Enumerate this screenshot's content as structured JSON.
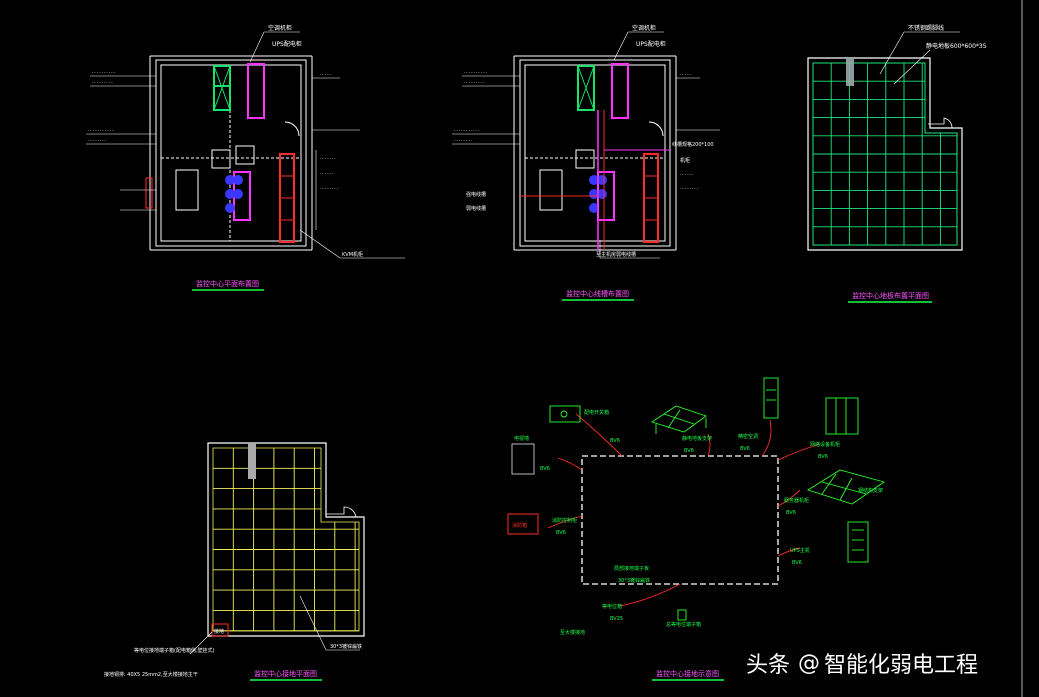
{
  "colors": {
    "background": "#000000",
    "wall": "#ffffff",
    "cabinet_green": "#19e36b",
    "cabinet_magenta": "#ff33ff",
    "ups_blue": "#3a37ff",
    "rack_red": "#ff2a2a",
    "grid_green": "#1fe67a",
    "grid_yellow": "#f2ee5a",
    "label_green": "#19ff4a",
    "title_magenta": "#ff55ff",
    "ground_green": "#28ff28"
  },
  "drawings": {
    "layout_plan": {
      "title": "监控中心平面布置图",
      "labels": {
        "top_callout_1": "空调机柜",
        "top_callout_2": "UPS配电柜",
        "bottom_callout": "KVM机柜"
      }
    },
    "wiring_plan": {
      "title": "监控中心线槽布置图",
      "labels": {
        "top_callout_1": "空调机柜",
        "top_callout_2": "UPS配电柜",
        "mid_callout": "线槽规格200*100",
        "left_callout_1": "强电线槽",
        "left_callout_2": "弱电线槽",
        "bottom_callout": "至主机房弱电线槽",
        "right_callout": "机柜"
      }
    },
    "floor_plan": {
      "title": "监控中心地板布置平面图",
      "labels": {
        "callout_1": "不锈钢踢脚线",
        "callout_2": "静电地板600*600*35"
      }
    },
    "ground_plan": {
      "title": "监控中心接地平面图",
      "labels": {
        "box": "接地",
        "note_1": "等电位接地端子箱(配电箱侧,壁挂式)",
        "note_2": "接地铜排: 40X5 25mm2,至大楼接地主干",
        "right_callout": "30*3镀锌扁铁"
      }
    },
    "ground_diagram": {
      "title": "监控中心接地示意图",
      "labels": {
        "switch": "配电开关箱",
        "bv6_1": "BV6",
        "floor_support": "静电地板支架",
        "bv6_2": "BV6",
        "air_cabinet": "精密空调",
        "bv6_3": "BV6",
        "rack": "网络设备机柜",
        "bv6_4": "BV6",
        "tv_wall": "电视墙",
        "bv6_5": "BV6",
        "steel_frame": "钢结构支架",
        "server_cabinet": "服务器机柜",
        "bv6_6": "BV6",
        "fire_box": "消防箱",
        "fire_label": "消防控制柜",
        "bv6_7": "BV6",
        "ups": "UPS主机",
        "bv6_8": "BV6",
        "ground_bar": "局部接地端子板",
        "flat_steel": "30*3镀锌扁铁",
        "eq_terminal": "等电位箱",
        "bv25": "BV25",
        "building_ground": "至大楼接地",
        "main_terminal": "总等电位端子箱"
      }
    }
  },
  "watermark": {
    "brand": "头条",
    "at": "@",
    "account": "智能化弱电工程"
  }
}
